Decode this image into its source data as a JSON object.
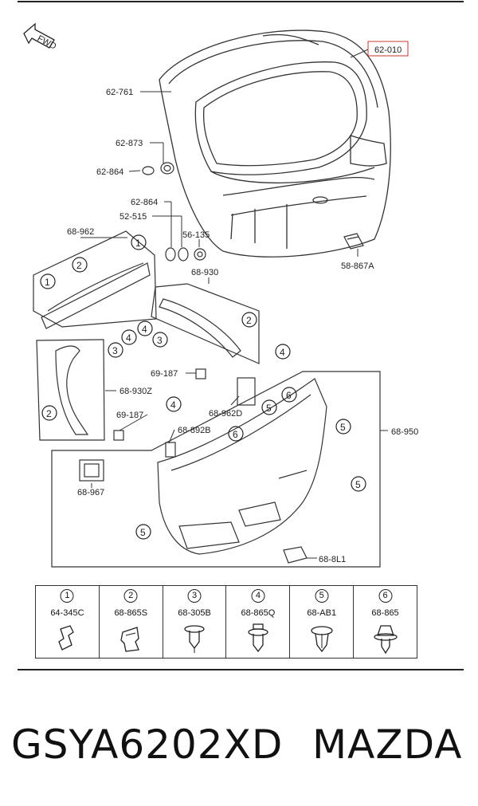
{
  "direction_marker": "FWD",
  "callouts": [
    {
      "id": "62-010",
      "boxed": true
    },
    {
      "id": "62-761"
    },
    {
      "id": "62-873"
    },
    {
      "id": "62-864"
    },
    {
      "id": "62-864"
    },
    {
      "id": "52-515"
    },
    {
      "id": "56-135"
    },
    {
      "id": "58-867A"
    },
    {
      "id": "68-962"
    },
    {
      "id": "68-930"
    },
    {
      "id": "69-187"
    },
    {
      "id": "68-930Z"
    },
    {
      "id": "69-187"
    },
    {
      "id": "68-962D"
    },
    {
      "id": "68-892B"
    },
    {
      "id": "68-950"
    },
    {
      "id": "68-967"
    },
    {
      "id": "68-8L1"
    }
  ],
  "marker_digits": [
    "1",
    "2",
    "3",
    "4",
    "5",
    "6"
  ],
  "legend": [
    {
      "num": "1",
      "part": "64-345C",
      "icon": "clip-bracket-icon"
    },
    {
      "num": "2",
      "part": "68-865S",
      "icon": "clip-fastener-icon"
    },
    {
      "num": "3",
      "part": "68-305B",
      "icon": "screw-clip-icon"
    },
    {
      "num": "4",
      "part": "68-865Q",
      "icon": "push-pin-icon"
    },
    {
      "num": "5",
      "part": "68-AB1",
      "icon": "push-rivet-icon"
    },
    {
      "num": "6",
      "part": "68-865",
      "icon": "trim-clip-icon"
    }
  ],
  "footer": {
    "part_number": "GSYA6202XD",
    "brand": "MAZDA"
  }
}
